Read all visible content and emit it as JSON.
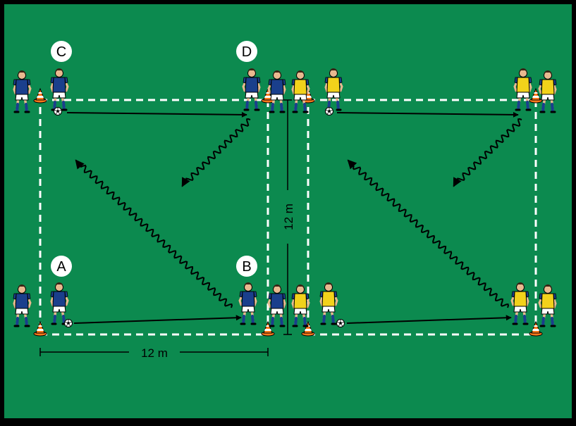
{
  "colors": {
    "pitch": "#0c8a4f",
    "pitch_border": "#000000",
    "field_line": "#ffffff",
    "blue_shirt": "#1a3f8c",
    "yellow_bib": "#f2d21b",
    "shorts": "#ffffff",
    "socks": "#1a3f8c",
    "skin": "#e9b98f",
    "hair": "#3a2414",
    "cone": "#ff7a1a",
    "arrow": "#000000",
    "label_circle": "#ffffff",
    "label_text": "#000000"
  },
  "icons": {
    "player": "player-icon",
    "cone": "cone-icon",
    "ball": "soccer-ball-icon",
    "pass": "pass-arrow-icon",
    "run": "run-path-icon"
  },
  "position_labels": [
    "A",
    "B",
    "C",
    "D"
  ],
  "dimensions": {
    "width_label": "12 m",
    "height_label": "12 m"
  }
}
